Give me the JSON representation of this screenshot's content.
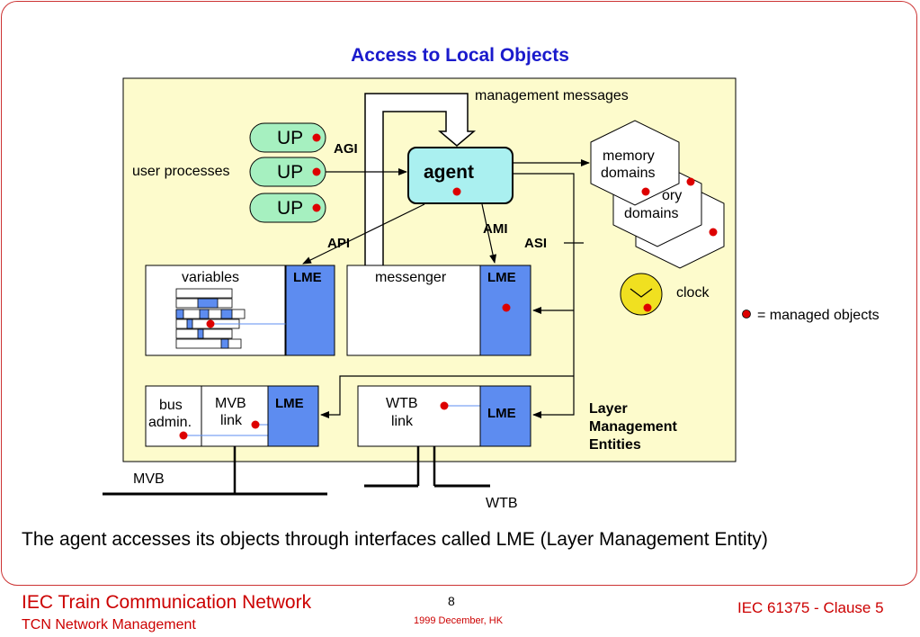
{
  "slide": {
    "title": "Access to Local Objects",
    "caption": "The agent accesses its objects through interfaces called LME (Layer Management Entity)"
  },
  "footer": {
    "left_line1": "IEC Train Communication Network",
    "left_line2": "TCN Network Management",
    "page": "8",
    "date": "1999 December, HK",
    "right": "IEC 61375 - Clause 5"
  },
  "diagram": {
    "management_messages": "management messages",
    "user_processes": "user processes",
    "up_label": "UP",
    "agent": "agent",
    "agi": "AGI",
    "api": "API",
    "ami": "AMI",
    "asi": "ASI",
    "memory_domains_line1": "memory",
    "memory_domains_line2": "domains",
    "memory_domains_back_line1": "ory",
    "memory_domains_back_line2": "domains",
    "variables": "variables",
    "messenger": "messenger",
    "lme": "LME",
    "clock": "clock",
    "managed_objects": "= managed objects",
    "bus_admin_line1": "bus",
    "bus_admin_line2": "admin.",
    "mvb_link_line1": "MVB",
    "mvb_link_line2": "link",
    "wtb_link_line1": "WTB",
    "wtb_link_line2": "link",
    "layer_mgmt_line1": "Layer",
    "layer_mgmt_line2": "Management",
    "layer_mgmt_line3": "Entities",
    "mvb": "MVB",
    "wtb": "WTB"
  },
  "colors": {
    "panel": "#fdfbcc",
    "up_fill": "#a6f0c0",
    "agent_fill": "#aaf0f0",
    "lme_fill": "#5d8cf0",
    "clock_fill": "#f0e020",
    "managed_dot": "#dd0000",
    "frame": "#cc3333",
    "title": "#1a1acc"
  }
}
